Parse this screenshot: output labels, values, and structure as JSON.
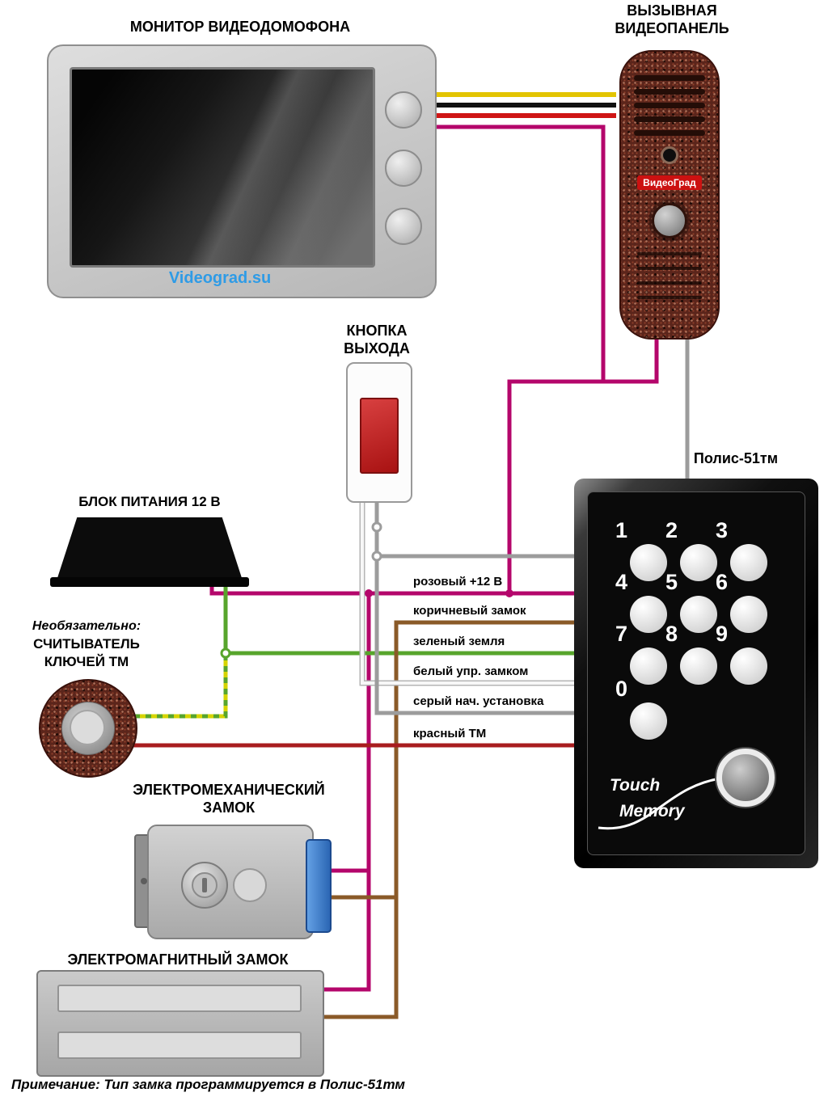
{
  "colors": {
    "yellow": "#e3c400",
    "black": "#111111",
    "red": "#cf1515",
    "magenta": "#b4066b",
    "green": "#57a52c",
    "yellow_green": "#d6d400",
    "brown": "#8a5a28",
    "white_wire": "#f7f7f7",
    "white_casing": "#b5b5b5",
    "gray": "#9c9c9c",
    "dark_red": "#a81d1f",
    "brand_blue": "#2e9be6",
    "badge_red": "#cc1111"
  },
  "monitor": {
    "title": "МОНИТОР ВИДЕОДОМОФОНА",
    "brand": "Videograd.su"
  },
  "panel": {
    "title1": "ВЫЗЫВНАЯ",
    "title2": "ВИДЕОПАНЕЛЬ",
    "badge": "ВидеоГрад"
  },
  "exit_button": {
    "title1": "КНОПКА",
    "title2": "ВЫХОДА"
  },
  "psu": {
    "label": "БЛОК ПИТАНИЯ 12 В"
  },
  "reader": {
    "optional": "Необязательно:",
    "line1": "СЧИТЫВАТЕЛЬ",
    "line2": "КЛЮЧЕЙ ТМ"
  },
  "keypad": {
    "title": "Полис-51тм",
    "keys": [
      "1",
      "2",
      "3",
      "4",
      "5",
      "6",
      "7",
      "8",
      "9",
      "0"
    ],
    "touch1": "Touch",
    "touch2": "Memory"
  },
  "wires": [
    {
      "label": "розовый +12 В"
    },
    {
      "label": "коричневый замок"
    },
    {
      "label": "зеленый земля"
    },
    {
      "label": "белый упр. замком"
    },
    {
      "label": "серый нач. установка"
    },
    {
      "label": "красный ТМ"
    }
  ],
  "locks": {
    "electromechanical1": "ЭЛЕКТРОМЕХАНИЧЕСКИЙ",
    "electromechanical2": "ЗАМОК",
    "electromagnetic": "ЭЛЕКТРОМАГНИТНЫЙ ЗАМОК"
  },
  "note": "Примечание: Тип замка программируется в Полис-51тм"
}
